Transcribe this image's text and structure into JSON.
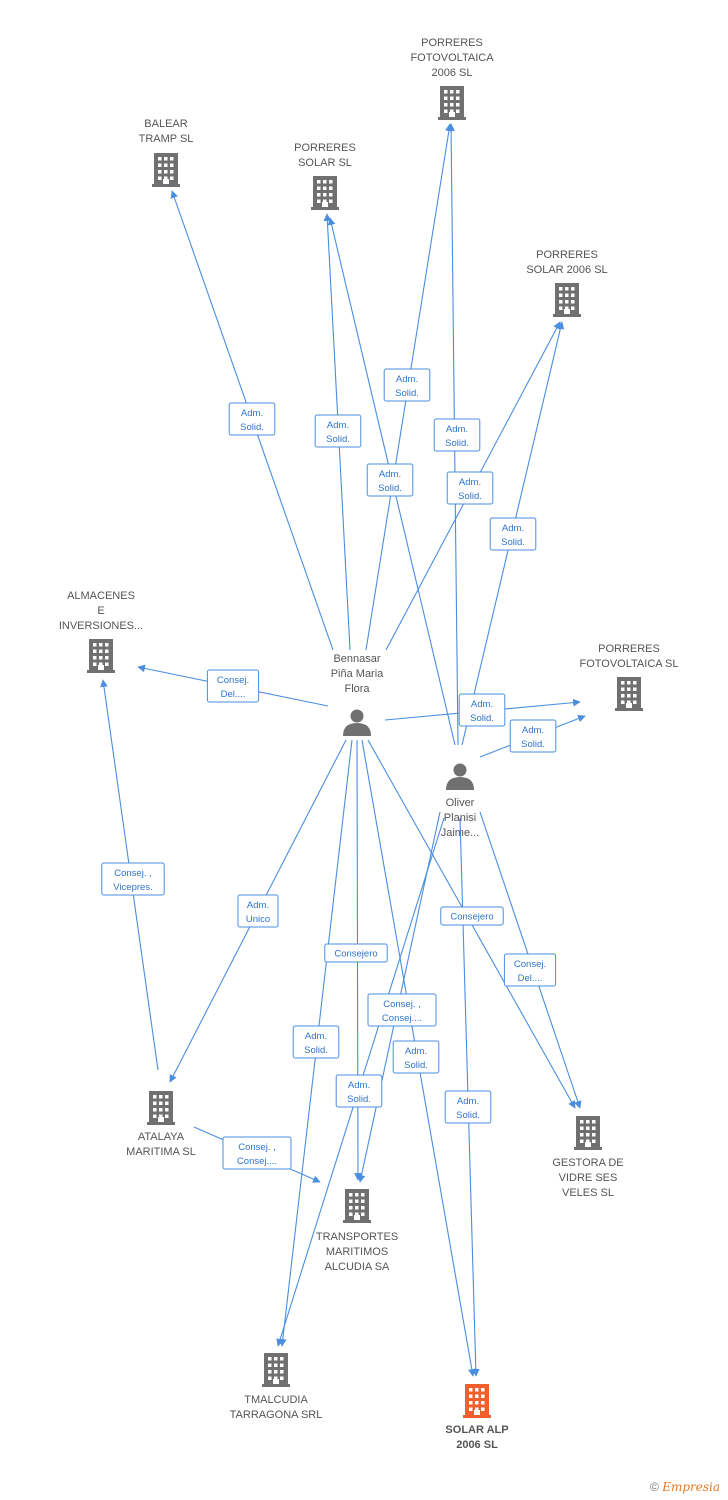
{
  "nodes": [
    {
      "id": "balear",
      "kind": "company",
      "lines": [
        "BALEAR",
        "TRAMP SL"
      ]
    },
    {
      "id": "porreres_solar",
      "kind": "company",
      "lines": [
        "PORRERES",
        "SOLAR SL"
      ]
    },
    {
      "id": "porreres_foto_2006",
      "kind": "company",
      "lines": [
        "PORRERES",
        "FOTOVOLTAICA",
        "2006 SL"
      ]
    },
    {
      "id": "porreres_solar_2006",
      "kind": "company",
      "lines": [
        "PORRERES",
        "SOLAR 2006 SL"
      ]
    },
    {
      "id": "almacenes",
      "kind": "company",
      "lines": [
        "ALMACENES",
        "E",
        "INVERSIONES..."
      ]
    },
    {
      "id": "porreres_foto",
      "kind": "company",
      "lines": [
        "PORRERES",
        "FOTOVOLTAICA SL"
      ]
    },
    {
      "id": "bennasar",
      "kind": "person",
      "lines": [
        "Bennasar",
        "Piña Maria",
        "Flora"
      ]
    },
    {
      "id": "oliver",
      "kind": "person",
      "lines": [
        "Oliver",
        "Planisi",
        "Jaime..."
      ]
    },
    {
      "id": "atalaya",
      "kind": "company",
      "lines": [
        "ATALAYA",
        "MARITIMA SL"
      ]
    },
    {
      "id": "gestora",
      "kind": "company",
      "lines": [
        "GESTORA DE",
        "VIDRE SES",
        "VELES SL"
      ]
    },
    {
      "id": "transportes",
      "kind": "company",
      "lines": [
        "TRANSPORTES",
        "MARITIMOS",
        "ALCUDIA SA"
      ]
    },
    {
      "id": "tmalcudia",
      "kind": "company",
      "lines": [
        "TMALCUDIA",
        "TARRAGONA SRL"
      ]
    },
    {
      "id": "solar_alp",
      "kind": "focus",
      "lines": [
        "SOLAR ALP",
        "2006 SL"
      ]
    }
  ],
  "edges": [
    {
      "from": "bennasar",
      "to": "balear",
      "label": [
        "Adm.",
        "Solid."
      ]
    },
    {
      "from": "bennasar",
      "to": "porreres_solar",
      "label": [
        "Adm.",
        "Solid."
      ]
    },
    {
      "from": "bennasar",
      "to": "porreres_foto_2006",
      "label": [
        "Adm.",
        "Solid."
      ]
    },
    {
      "from": "bennasar",
      "to": "porreres_solar_2006",
      "label": [
        "Adm.",
        "Solid."
      ]
    },
    {
      "from": "bennasar",
      "to": "almacenes",
      "label": [
        "Consej.",
        "Del...."
      ]
    },
    {
      "from": "bennasar",
      "to": "porreres_foto",
      "label": [
        "Adm.",
        "Solid."
      ]
    },
    {
      "from": "bennasar",
      "to": "atalaya",
      "label": [
        "Adm.",
        "Unico"
      ]
    },
    {
      "from": "bennasar",
      "to": "transportes",
      "label": [
        "Consejero"
      ]
    },
    {
      "from": "bennasar",
      "to": "tmalcudia",
      "label": [
        "Adm.",
        "Solid."
      ]
    },
    {
      "from": "bennasar",
      "to": "solar_alp",
      "label": [
        "Adm.",
        "Solid."
      ]
    },
    {
      "from": "bennasar",
      "to": "gestora",
      "label": [
        "Consejero"
      ]
    },
    {
      "from": "oliver",
      "to": "porreres_solar",
      "label": [
        "Adm.",
        "Solid."
      ]
    },
    {
      "from": "oliver",
      "to": "porreres_foto_2006",
      "label": [
        "Adm.",
        "Solid."
      ]
    },
    {
      "from": "oliver",
      "to": "porreres_solar_2006",
      "label": [
        "Adm.",
        "Solid."
      ]
    },
    {
      "from": "oliver",
      "to": "porreres_foto",
      "label": [
        "Adm.",
        "Solid."
      ]
    },
    {
      "from": "oliver",
      "to": "gestora",
      "label": [
        "Consej.",
        "Del...."
      ]
    },
    {
      "from": "oliver",
      "to": "transportes",
      "label": [
        "Consej. ,",
        "Consej...."
      ]
    },
    {
      "from": "oliver",
      "to": "tmalcudia",
      "label": [
        "Adm.",
        "Solid."
      ]
    },
    {
      "from": "oliver",
      "to": "solar_alp",
      "label": [
        "Adm.",
        "Solid."
      ]
    },
    {
      "from": "atalaya",
      "to": "almacenes",
      "label": [
        "Consej. ,",
        "Vicepres."
      ]
    },
    {
      "from": "atalaya",
      "to": "transportes",
      "label": [
        "Consej. ,",
        "Consej...."
      ]
    }
  ],
  "colors": {
    "company": "#707070",
    "focus": "#f0602c",
    "person": "#707070",
    "edge": "#4a8ee0",
    "edge_text": "#2f74c9"
  },
  "footer": {
    "symbol": "©",
    "brand": "Empresia"
  }
}
